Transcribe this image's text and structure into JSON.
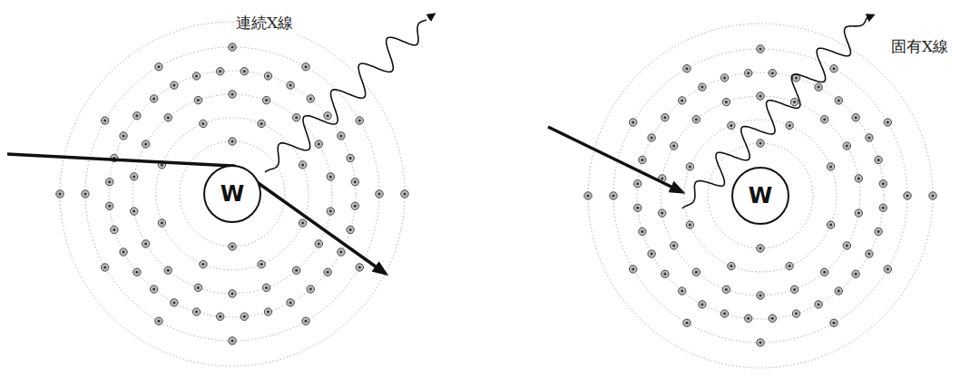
{
  "diagram": {
    "nodes": [
      {
        "text": [
          "W"
        ]
      },
      {
        "text": [
          "W"
        ]
      }
    ],
    "labels": [
      "連続X線",
      "固有X線"
    ]
  }
}
